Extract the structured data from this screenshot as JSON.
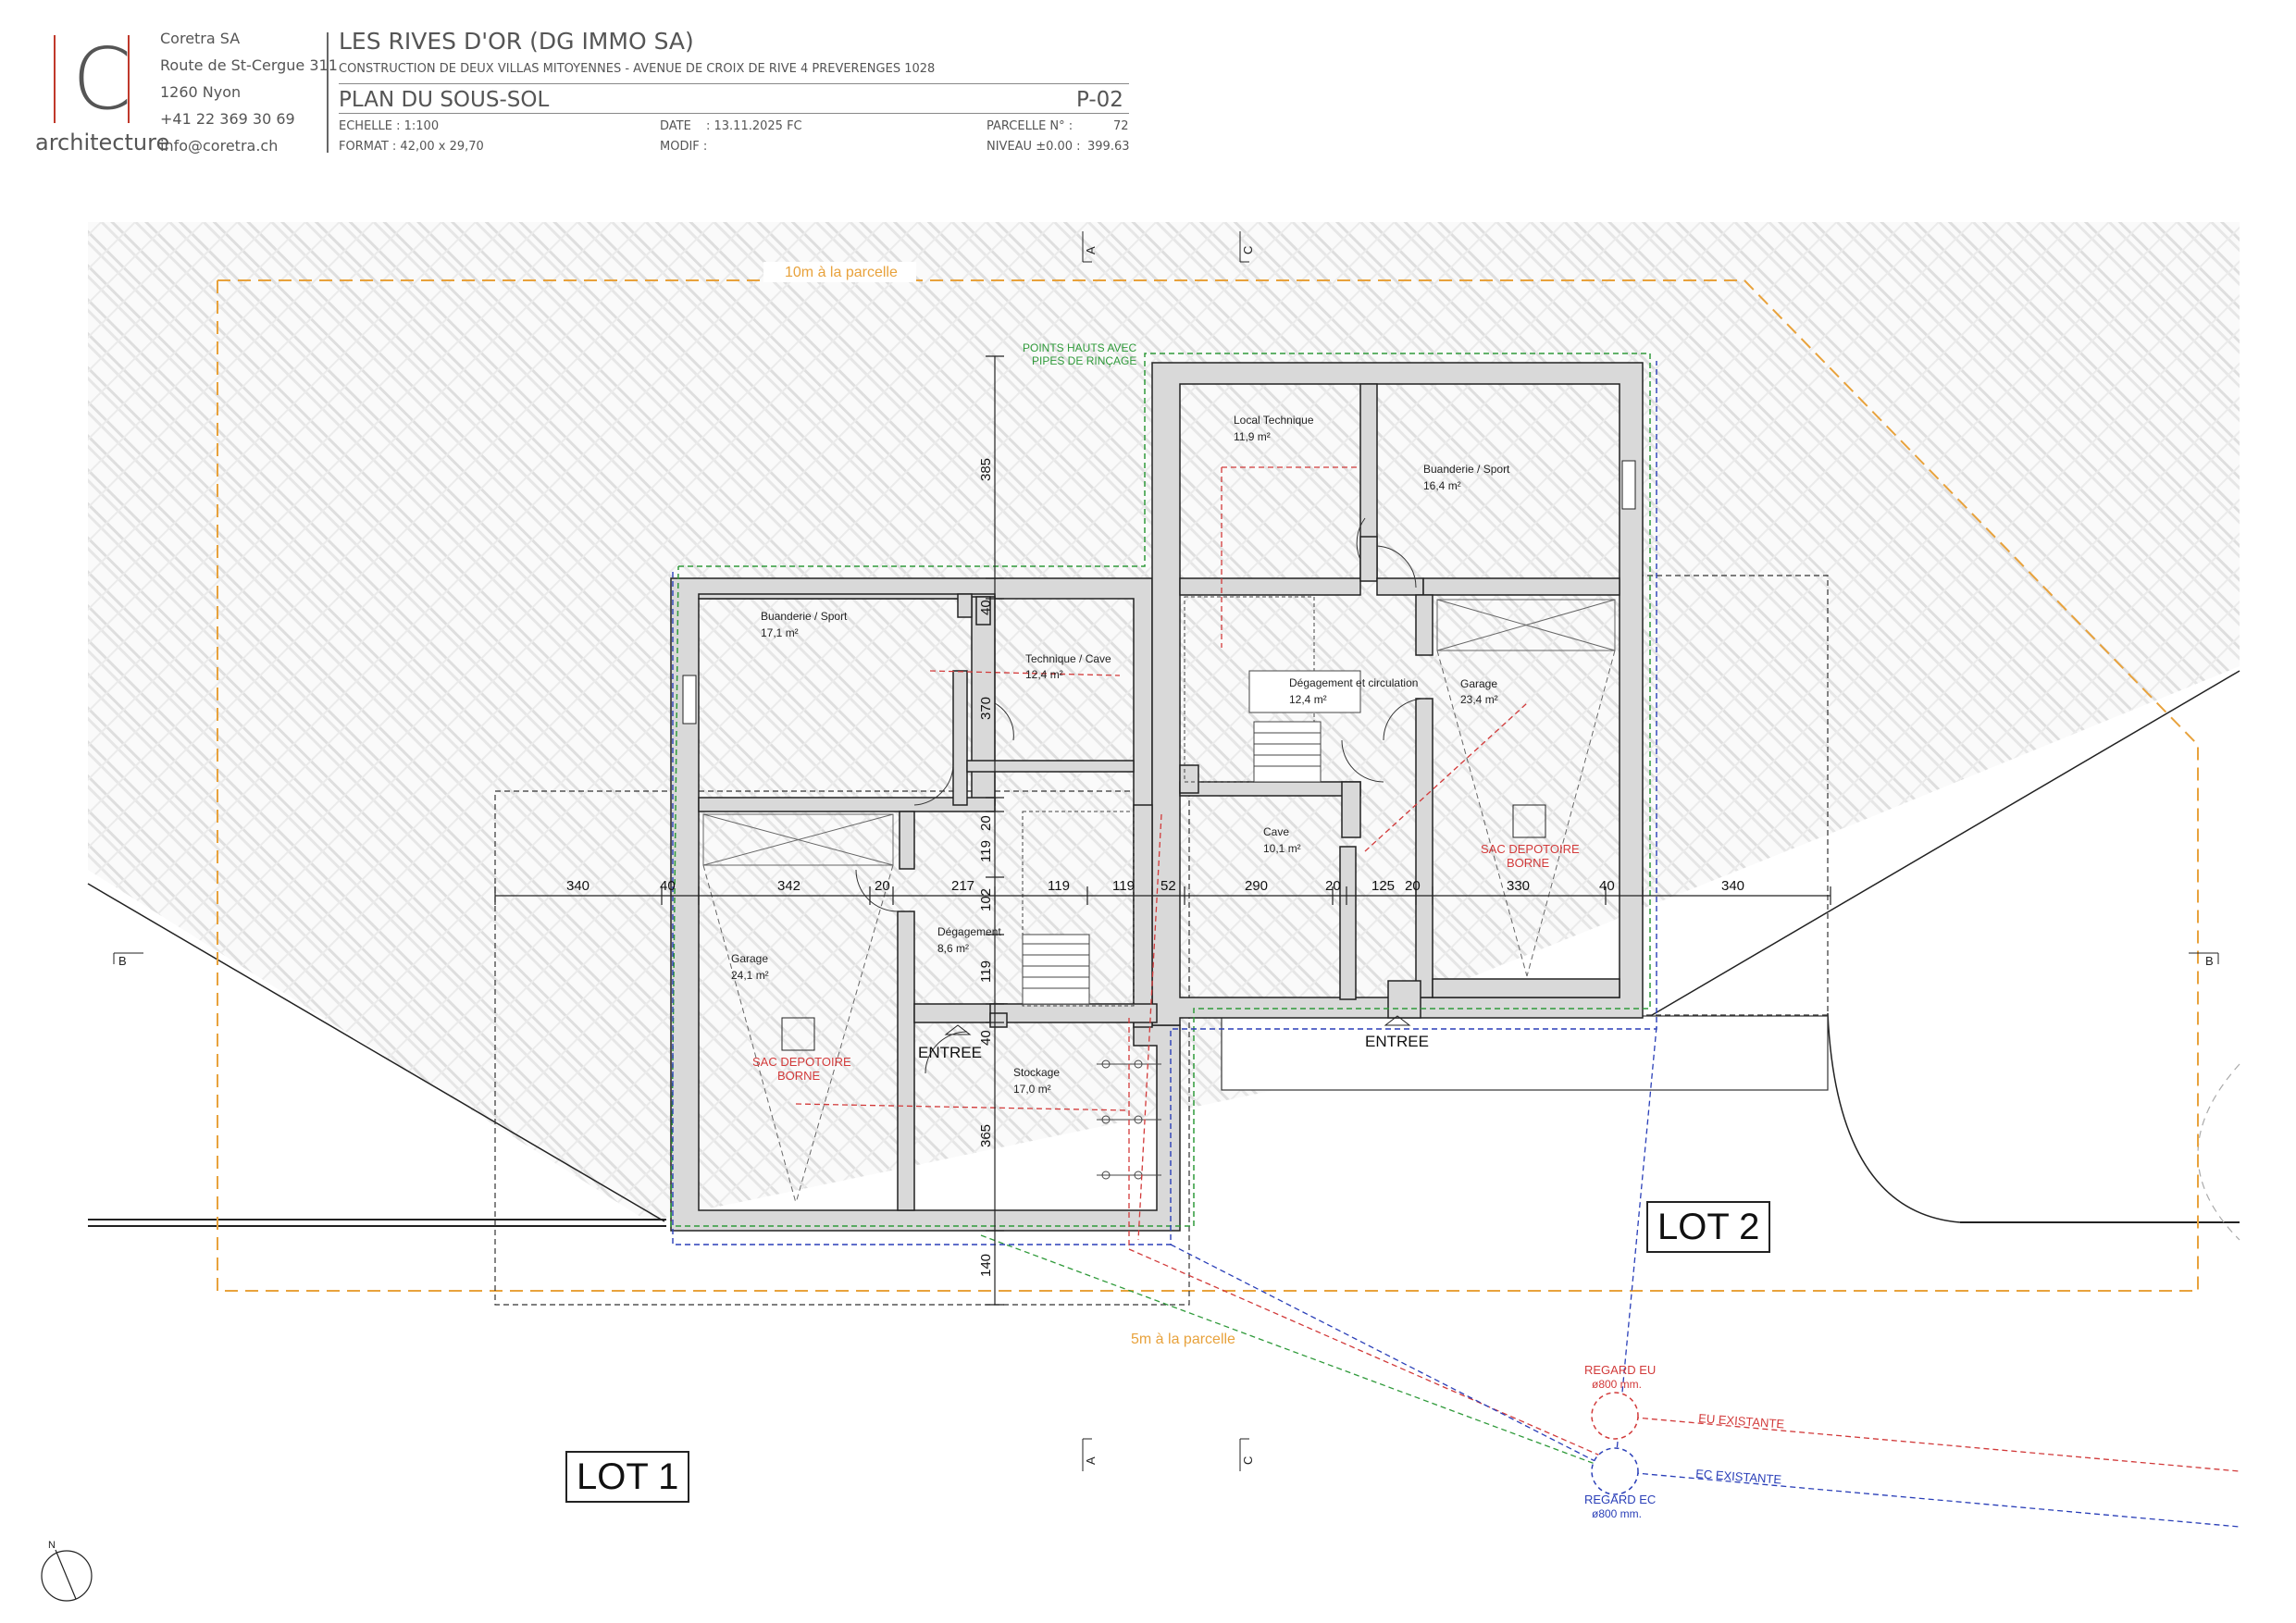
{
  "office": {
    "logo_letter": "C",
    "name": "architecture",
    "company": "Coretra SA",
    "address1": "Route de St-Cergue 311",
    "address2": "1260 Nyon",
    "phone": "+41 22 369 30 69",
    "email": "info@coretra.ch"
  },
  "titleblock": {
    "project": "LES RIVES D'OR (DG IMMO SA)",
    "subtitle": "CONSTRUCTION DE DEUX VILLAS MITOYENNES - AVENUE DE CROIX DE RIVE 4 PREVERENGES 1028",
    "sheet_title": "PLAN DU SOUS-SOL",
    "sheet_no": "P-02",
    "echelle": "ECHELLE : 1:100",
    "format": "FORMAT : 42,00 x 29,70",
    "date_label": "DATE",
    "date_value": ": 13.11.2025 FC",
    "modif_label": "MODIF :",
    "parcelle_label": "PARCELLE N° :",
    "parcelle_value": "72",
    "niveau_label": "NIVEAU ±0.00 :",
    "niveau_value": "399.63"
  },
  "rooms": [
    {
      "name": "Local Technique",
      "area": "11,9 m²"
    },
    {
      "name": "Buanderie / Sport",
      "area": "16,4 m²"
    },
    {
      "name": "Buanderie / Sport",
      "area": "17,1 m²"
    },
    {
      "name": "Technique / Cave",
      "area": "12,4 m²"
    },
    {
      "name": "Dégagement et circulation",
      "area": "12,4 m²"
    },
    {
      "name": "Garage",
      "area": "23,4 m²"
    },
    {
      "name": "Cave",
      "area": "10,1 m²"
    },
    {
      "name": "Dégagement",
      "area": "8,6 m²"
    },
    {
      "name": "Garage",
      "area": "24,1 m²"
    },
    {
      "name": "Stockage",
      "area": "17,0 m²"
    }
  ],
  "labels": {
    "parcel_10m": "10m à la parcelle",
    "parcel_5m": "5m à la parcelle",
    "points_hauts_1": "POINTS HAUTS AVEC",
    "points_hauts_2": "PIPES DE RINÇAGE",
    "sac_1": "SAC DEPOTOIRE",
    "sac_2": "BORNE",
    "entree": "ENTREE",
    "regard_eu_1": "REGARD EU",
    "regard_eu_2": "ø800 mm.",
    "regard_ec_1": "REGARD EC",
    "regard_ec_2": "ø800 mm.",
    "eu_existante": "EU EXISTANTE",
    "ec_existante": "EC EXISTANTE",
    "lot1": "LOT 1",
    "lot2": "LOT 2",
    "section_a": "A",
    "section_b": "B",
    "section_c": "C",
    "north": "N"
  },
  "dims_horizontal": [
    "340",
    "40",
    "342",
    "20",
    "217",
    "119",
    "119",
    "52",
    "290",
    "20",
    "125",
    "20",
    "330",
    "40",
    "340"
  ],
  "dims_vertical": [
    "385",
    "40",
    "370",
    "20",
    "119",
    "102",
    "119",
    "40",
    "365",
    "140"
  ],
  "colors": {
    "hatch": "#d6d6d6",
    "parcel_line": "#e8a23c",
    "eu_red": "#d23a3a",
    "ec_blue": "#2a3fb8",
    "green_line": "#2f9a3a",
    "wall_fill": "#d9d9d9",
    "logo_accent": "#c0392b"
  }
}
